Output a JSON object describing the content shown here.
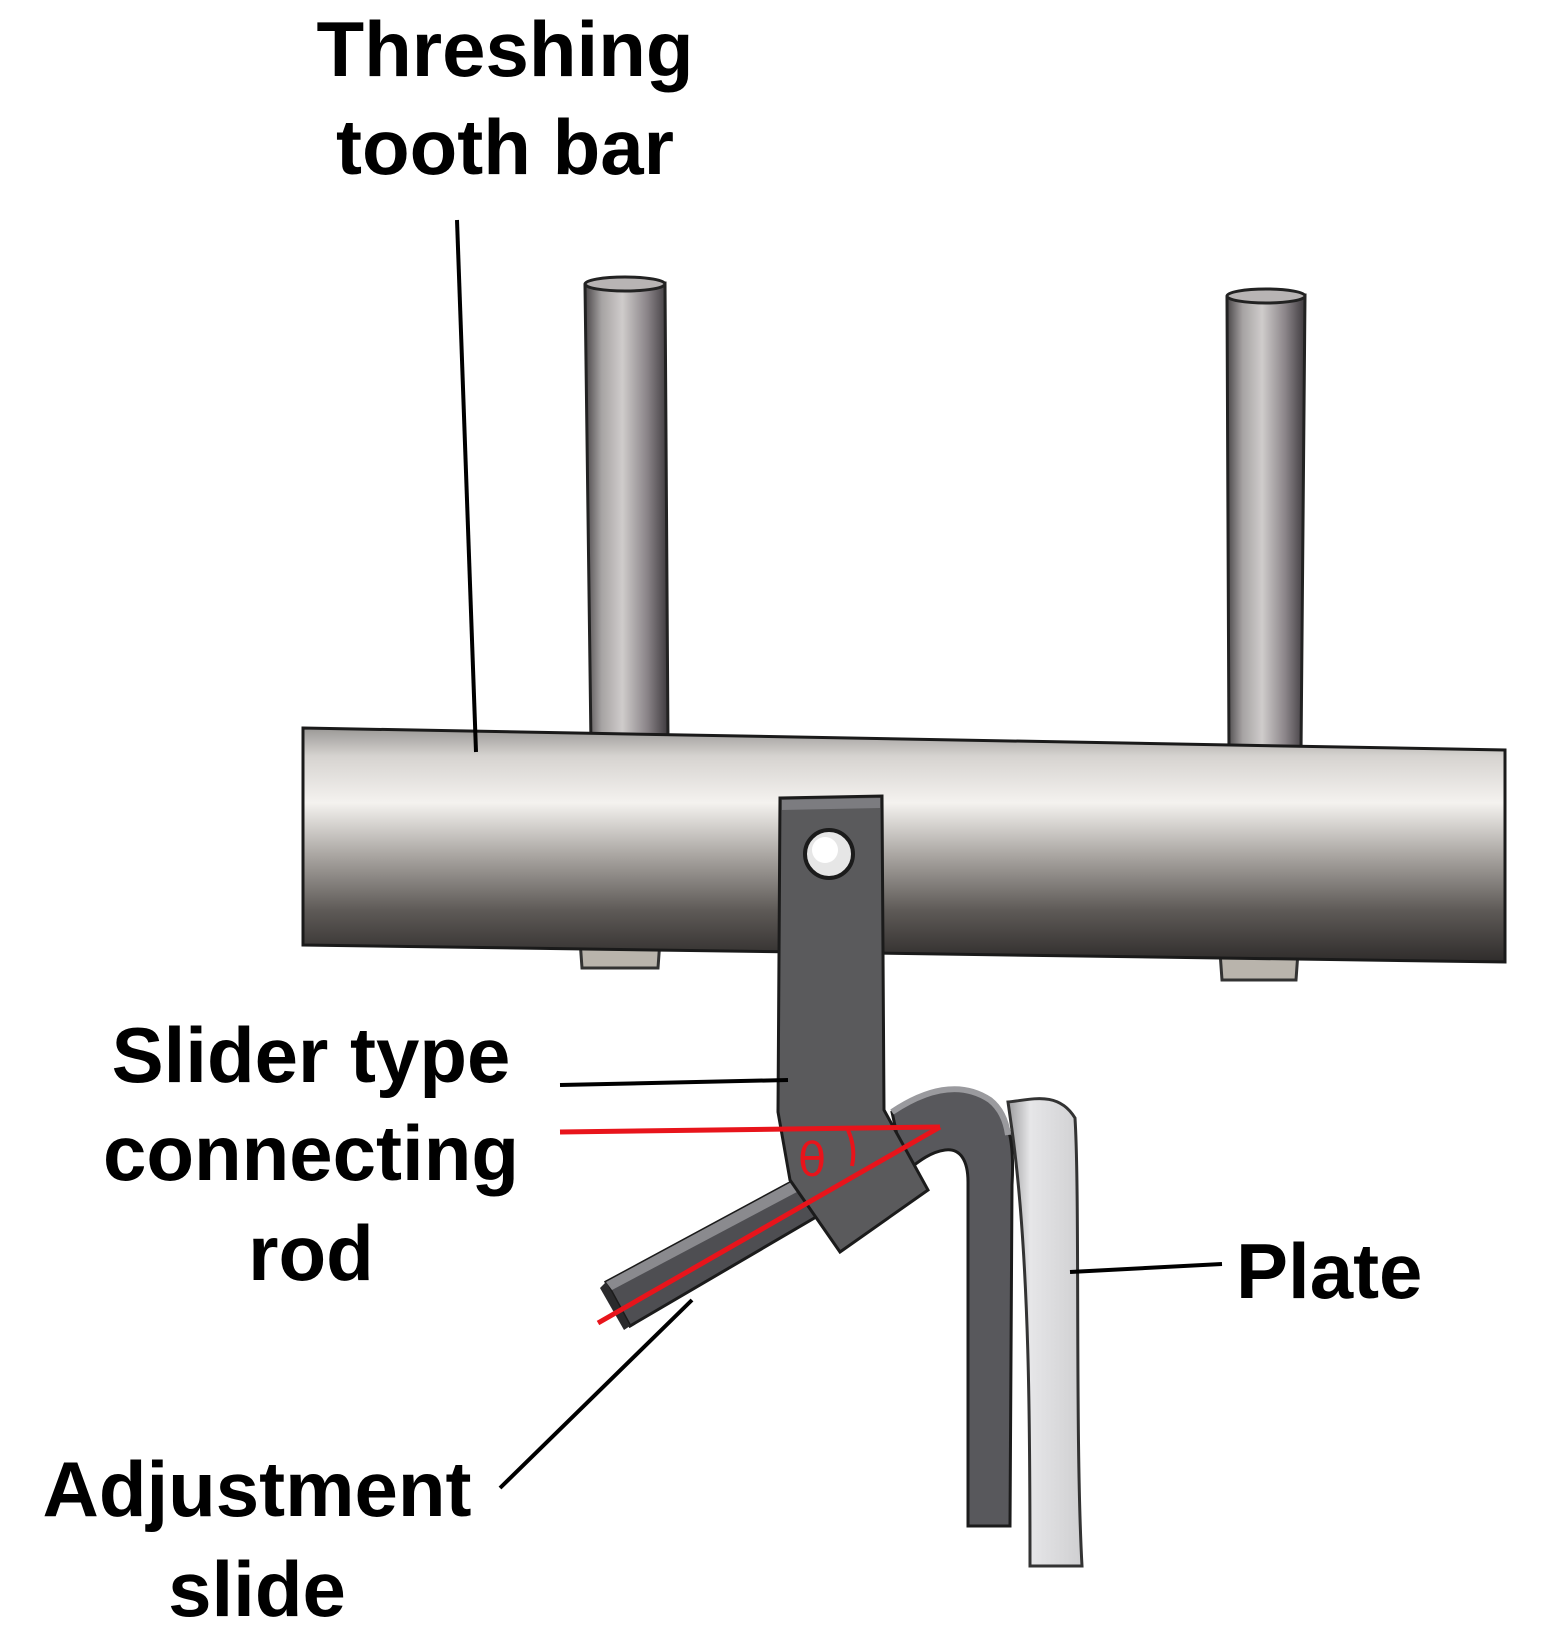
{
  "labels": {
    "threshing_tooth_bar": [
      "Threshing",
      "tooth bar"
    ],
    "slider_rod": [
      "Slider type",
      "connecting",
      "rod"
    ],
    "plate": "Plate",
    "adjustment_slide": [
      "Adjustment",
      "slide"
    ],
    "angle_symbol": "θ"
  },
  "colors": {
    "angle_lines": "#e8141b",
    "leader_lines": "#000000",
    "part_dark_grey": "#5a5a5c",
    "plate_light_grey": "#d8d8da"
  }
}
